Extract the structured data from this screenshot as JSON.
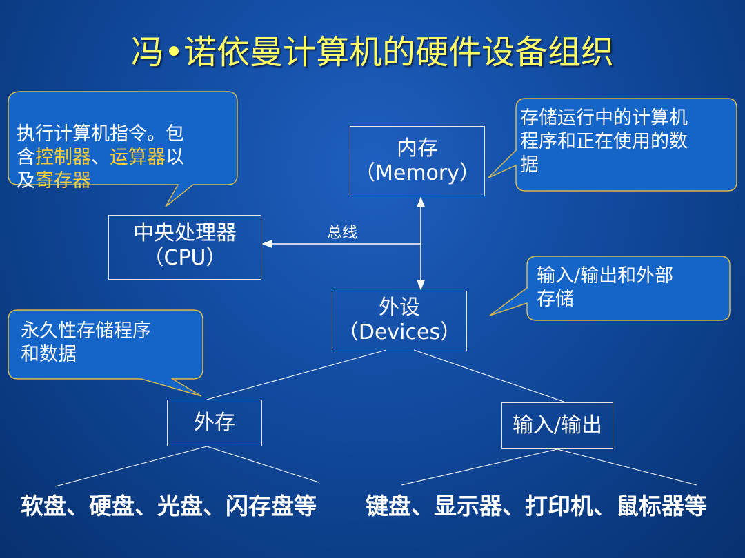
{
  "title": "冯•诺依曼计算机的硬件设备组织",
  "nodes": {
    "memory": {
      "cn": "内存",
      "en": "（Memory）"
    },
    "cpu": {
      "cn": "中央处理器",
      "en": "（CPU）"
    },
    "devices": {
      "cn": "外设",
      "en": "（Devices）"
    },
    "storage": {
      "cn": "外存"
    },
    "io": {
      "cn": "输入/输出"
    }
  },
  "bus_label": "总线",
  "callouts": {
    "cpu": {
      "p1": "执行计算机指令。包",
      "p2": "含",
      "p3": "控制器",
      "p4": "、",
      "p5": "运算器",
      "p6": "以",
      "p7": "及",
      "p8": "寄存器"
    },
    "memory": "存储运行中的计算机\n程序和正在使用的数\n据",
    "devices": "输入/输出和外部\n存储",
    "storage": "永久性存储程序\n和数据"
  },
  "leaves": {
    "storage": "软盘、硬盘、光盘、闪存盘等",
    "io": "键盘、显示器、打印机、鼠标器等"
  },
  "colors": {
    "title": "#ffff66",
    "highlight": "#ffcc33",
    "callout_fill": "#1565c8",
    "background": "#114a9e"
  }
}
